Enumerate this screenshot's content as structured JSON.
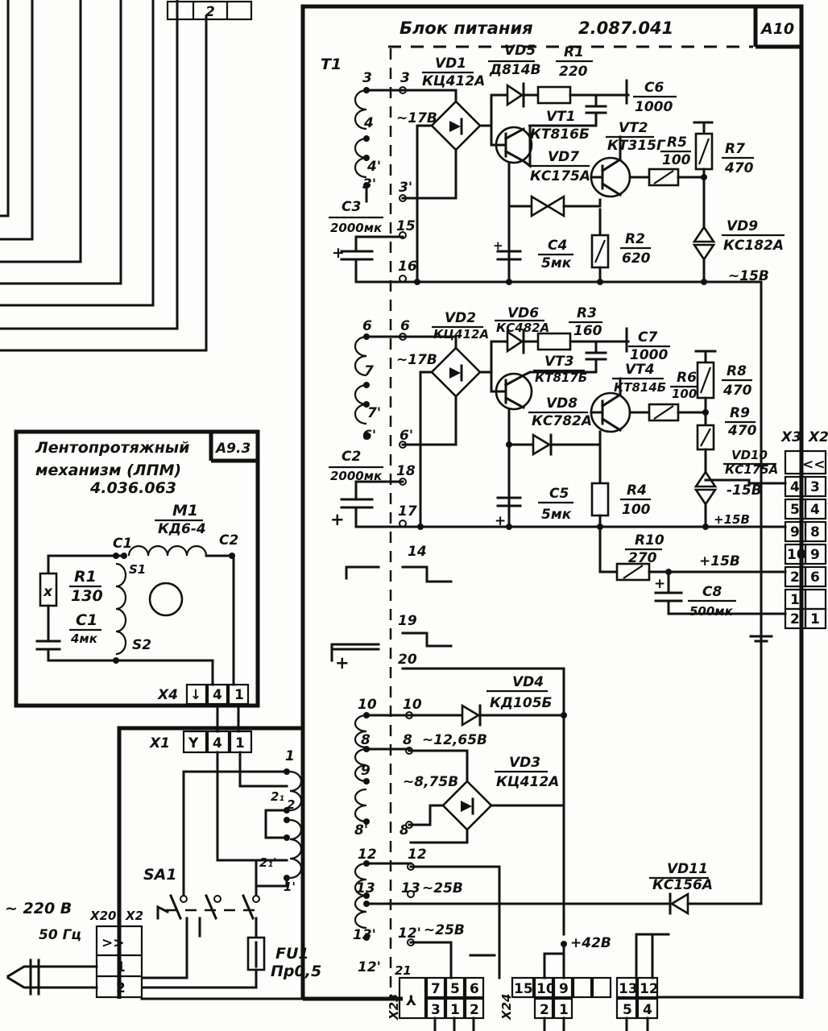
{
  "blocks": {
    "psu": {
      "title": "Блок питания",
      "code": "2.087.041",
      "ref": "A10"
    },
    "lpm": {
      "title_line1": "Лентопротяжный",
      "title_line2": "механизм (ЛПМ)",
      "code": "4.036.063",
      "ref": "A9.3"
    }
  },
  "transformer": {
    "ref": "T1"
  },
  "components": {
    "VD1": {
      "ref": "VD1",
      "value": "КЦ412А"
    },
    "VD2": {
      "ref": "VD2",
      "value": "КЦ412А"
    },
    "VD3": {
      "ref": "VD3",
      "value": "КЦ412А"
    },
    "VD4": {
      "ref": "VD4",
      "value": "КД105Б"
    },
    "VD5": {
      "ref": "VD5",
      "value": "Д814В"
    },
    "VD6": {
      "ref": "VD6",
      "value": "КС482А"
    },
    "VD7": {
      "ref": "VD7",
      "value": "КС175А"
    },
    "VD8": {
      "ref": "VD8",
      "value": "КС782А"
    },
    "VD9": {
      "ref": "VD9",
      "value": "КС182А"
    },
    "VD10": {
      "ref": "VD10",
      "value": "КС175А"
    },
    "VD11": {
      "ref": "VD11",
      "value": "КС156А"
    },
    "VT1": {
      "ref": "VT1",
      "value": "КТ816Б"
    },
    "VT2": {
      "ref": "VT2",
      "value": "КТ315Г"
    },
    "VT3": {
      "ref": "VT3",
      "value": "КТ817Б"
    },
    "VT4": {
      "ref": "VT4",
      "value": "КТ814Б"
    },
    "R1": {
      "ref": "R1",
      "value": "220"
    },
    "R2": {
      "ref": "R2",
      "value": "620"
    },
    "R3": {
      "ref": "R3",
      "value": "160"
    },
    "R4": {
      "ref": "R4",
      "value": "100"
    },
    "R5": {
      "ref": "R5",
      "value": "100"
    },
    "R6": {
      "ref": "R6",
      "value": "100"
    },
    "R7": {
      "ref": "R7",
      "value": "470"
    },
    "R8": {
      "ref": "R8",
      "value": "470"
    },
    "R9": {
      "ref": "R9",
      "value": "470"
    },
    "R10": {
      "ref": "R10",
      "value": "270"
    },
    "C2": {
      "ref": "C2",
      "value": "2000мк"
    },
    "C3": {
      "ref": "C3",
      "value": "2000мк"
    },
    "C4": {
      "ref": "C4",
      "value": "5мк"
    },
    "C5": {
      "ref": "C5",
      "value": "5мк"
    },
    "C6": {
      "ref": "C6",
      "value": "1000"
    },
    "C7": {
      "ref": "C7",
      "value": "1000"
    },
    "C8": {
      "ref": "C8",
      "value": "500мк"
    },
    "M1": {
      "ref": "M1",
      "value": "КД6-4"
    },
    "LR1": {
      "ref": "R1",
      "value": "130"
    },
    "LC1": {
      "ref": "C1",
      "value": "4мк"
    },
    "SA1": {
      "ref": "SA1"
    },
    "FU1": {
      "ref": "FU1",
      "value": "Пр0,5"
    }
  },
  "voltages": {
    "v17a": "~17В",
    "v17b": "~17В",
    "v15m": "~15В",
    "v15neg": "-15В",
    "v15pa": "+15В",
    "v15pb": "+15В",
    "v1265": "~12,65В",
    "v875": "~8,75В",
    "v25a": "~25В",
    "v25b": "~25В",
    "v42": "+42В",
    "mains_a": "~ 220 В",
    "mains_b": "50 Гц"
  },
  "motor_pins": {
    "c1": "С1",
    "c2": "С2",
    "s1": "S1",
    "s2": "S2"
  },
  "winding_labels": {
    "w3": "3",
    "w4": "4",
    "w4p": "4'",
    "w3p": "3'",
    "w6": "6",
    "w7": "7",
    "w7p": "7'",
    "w6p": "6'",
    "w10": "10",
    "w8": "8",
    "w9": "9",
    "w8p": "8'",
    "w12": "12",
    "w13": "13",
    "w13p": "13'",
    "w12p": "12'",
    "p1": "1",
    "p2": "2",
    "p21": "2₁",
    "p22": "2",
    "p21p": "2₁'",
    "p1p": "1'"
  },
  "terminals": {
    "t3": "3",
    "t3p": "3'",
    "t15": "15",
    "t16": "16",
    "t6": "6",
    "t6p": "6'",
    "t18": "18",
    "t17": "17",
    "t14": "14",
    "t19": "19",
    "t20": "20",
    "t10": "10",
    "t8": "8",
    "t8p": "8'",
    "t12": "12",
    "t13": "13",
    "t12p": "12'",
    "t21": "21"
  },
  "connectors": {
    "X1": {
      "ref": "X1",
      "pins": [
        "4",
        "1"
      ]
    },
    "X2": {
      "ref": "X2",
      "pins": [
        "1",
        "2"
      ]
    },
    "X3": {
      "ref": "X3",
      "ref2": "X2",
      "left": [
        "4",
        "5",
        "9",
        "10",
        "2",
        "1",
        "2"
      ],
      "right": [
        "3",
        "4",
        "8",
        "9",
        "6",
        "1"
      ]
    },
    "X4": {
      "ref": "X4",
      "pins": [
        "4",
        "1"
      ]
    },
    "X20": {
      "ref": "X20"
    },
    "X23": {
      "ref": "X23",
      "top": [
        "7",
        "5",
        "6"
      ],
      "bottom": [
        "3",
        "1",
        "2"
      ]
    },
    "X24": {
      "ref": "X24",
      "top": [
        "15",
        "10",
        "9",
        "13",
        "12"
      ],
      "bottom": [
        "2",
        "1",
        "5",
        "4"
      ]
    }
  },
  "top_connector_pin": "2"
}
